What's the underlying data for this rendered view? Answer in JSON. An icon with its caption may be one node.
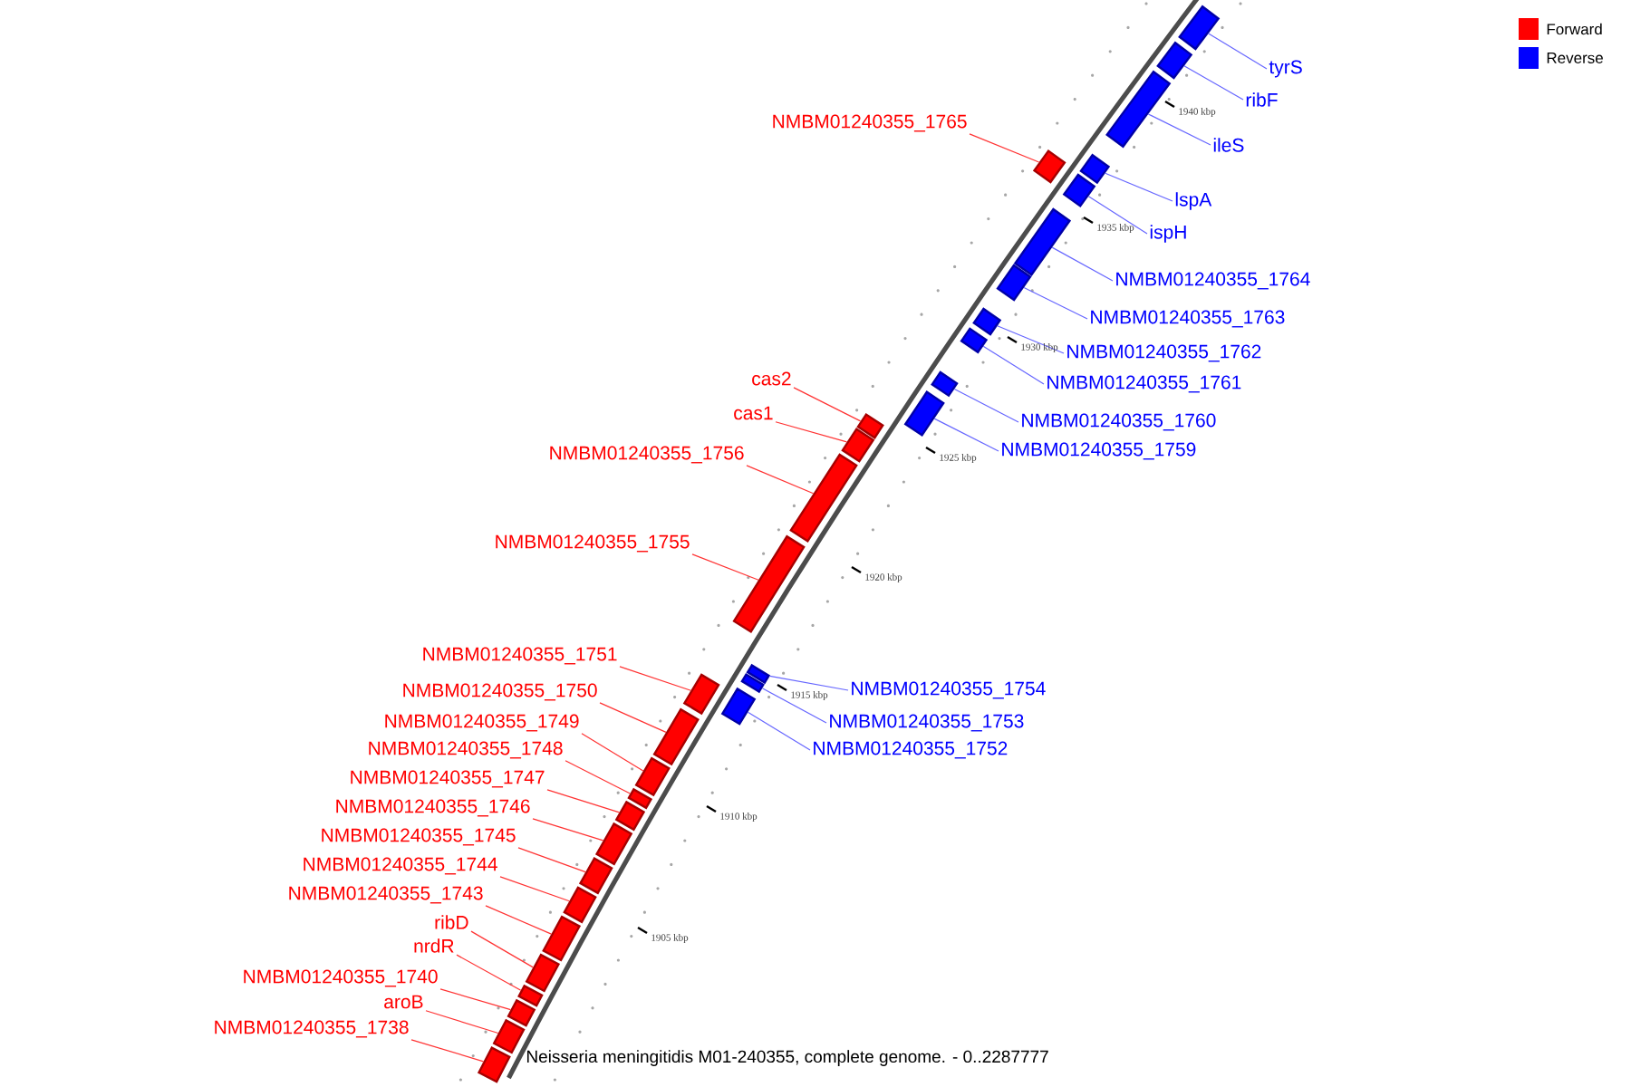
{
  "diagram": {
    "caption": "Neisseria meningitidis M01-240355, complete genome. - 0..2287777",
    "nodes": [
      {
        "text": [
          "tyrS"
        ]
      },
      {
        "text": [],
        "shape": "bar"
      },
      {
        "text": [
          "ribF"
        ]
      },
      {
        "text": [],
        "shape": "bar"
      },
      {
        "text": [
          "NMBM01240355_1765"
        ]
      },
      {
        "text": [],
        "shape": "bar"
      },
      {
        "text": [
          "ileS"
        ]
      },
      {
        "text": [],
        "shape": "bar"
      },
      {
        "text": [
          "lspA"
        ]
      },
      {
        "text": [],
        "shape": "bar"
      },
      {
        "text": [
          "ispH"
        ]
      },
      {
        "text": [],
        "shape": "bar"
      },
      {
        "text": [
          "NMBM01240355_1764"
        ]
      },
      {
        "text": [],
        "shape": "bar"
      },
      {
        "text": [
          "NMBM01240355_1763"
        ]
      },
      {
        "text": [],
        "shape": "bar"
      },
      {
        "text": [
          "NMBM01240355_1762"
        ]
      },
      {
        "text": [],
        "shape": "bar"
      },
      {
        "text": [
          "cas2"
        ]
      },
      {
        "text": [],
        "shape": "bar"
      },
      {
        "text": [
          "NMBM01240355_1761"
        ]
      },
      {
        "text": [],
        "shape": "bar"
      },
      {
        "text": [
          "cas1"
        ]
      },
      {
        "text": [],
        "shape": "bar"
      },
      {
        "text": [
          "NMBM01240355_1760"
        ]
      },
      {
        "text": [],
        "shape": "bar"
      },
      {
        "text": [
          "NMBM01240355_1759"
        ]
      },
      {
        "text": [],
        "shape": "bar"
      },
      {
        "text": [
          "NMBM01240355_1756"
        ]
      },
      {
        "text": [],
        "shape": "bar"
      },
      {
        "text": [
          "NMBM01240355_1755"
        ]
      },
      {
        "text": [],
        "shape": "bar"
      },
      {
        "text": [
          "NMBM01240355_1751"
        ]
      },
      {
        "text": [],
        "shape": "bar"
      },
      {
        "text": [
          "NMBM01240355_1754"
        ]
      },
      {
        "text": [],
        "shape": "bar"
      },
      {
        "text": [
          "NMBM01240355_1750"
        ]
      },
      {
        "text": [],
        "shape": "bar"
      },
      {
        "text": [
          "NMBM01240355_1753"
        ]
      },
      {
        "text": [],
        "shape": "bar"
      },
      {
        "text": [
          "NMBM01240355_1749"
        ]
      },
      {
        "text": [],
        "shape": "bar"
      },
      {
        "text": [
          "NMBM01240355_1752"
        ]
      },
      {
        "text": [],
        "shape": "bar"
      },
      {
        "text": [
          "NMBM01240355_1748"
        ]
      },
      {
        "text": [],
        "shape": "bar"
      },
      {
        "text": [
          "NMBM01240355_1747"
        ]
      },
      {
        "text": [],
        "shape": "bar"
      },
      {
        "text": [
          "NMBM01240355_1746"
        ]
      },
      {
        "text": [],
        "shape": "bar"
      },
      {
        "text": [
          "NMBM01240355_1745"
        ]
      },
      {
        "text": [],
        "shape": "bar"
      },
      {
        "text": [
          "NMBM01240355_1744"
        ]
      },
      {
        "text": [],
        "shape": "bar"
      },
      {
        "text": [
          "NMBM01240355_1743"
        ]
      },
      {
        "text": [],
        "shape": "bar"
      },
      {
        "text": [
          "ribD"
        ]
      },
      {
        "text": [],
        "shape": "bar"
      },
      {
        "text": [
          "nrdR"
        ]
      },
      {
        "text": [],
        "shape": "bar"
      },
      {
        "text": [
          "NMBM01240355_1740"
        ]
      },
      {
        "text": [],
        "shape": "bar"
      },
      {
        "text": [
          "aroB"
        ]
      },
      {
        "text": [],
        "shape": "bar"
      },
      {
        "text": [
          "NMBM01240355_1738"
        ]
      },
      {
        "text": [],
        "shape": "bar"
      }
    ],
    "edges": [
      {
        "from": 0,
        "to": 1,
        "arrow": "none",
        "color": "#6666ff"
      },
      {
        "from": 2,
        "to": 3,
        "arrow": "none",
        "color": "#6666ff"
      },
      {
        "from": 4,
        "to": 5,
        "arrow": "none"
      },
      {
        "from": 6,
        "to": 7,
        "arrow": "none",
        "color": "#6666ff"
      },
      {
        "from": 8,
        "to": 9,
        "arrow": "none",
        "color": "#6666ff"
      },
      {
        "from": 10,
        "to": 11,
        "arrow": "none",
        "color": "#6666ff"
      },
      {
        "from": 12,
        "to": 13,
        "arrow": "none",
        "color": "#6666ff"
      },
      {
        "from": 14,
        "to": 15,
        "arrow": "none",
        "color": "#6666ff"
      },
      {
        "from": 16,
        "to": 17,
        "arrow": "none",
        "color": "#6666ff"
      },
      {
        "from": 18,
        "to": 19,
        "arrow": "none"
      },
      {
        "from": 20,
        "to": 21,
        "arrow": "none",
        "color": "#6666ff"
      },
      {
        "from": 22,
        "to": 23,
        "arrow": "none"
      },
      {
        "from": 24,
        "to": 25,
        "arrow": "none",
        "color": "#6666ff"
      },
      {
        "from": 26,
        "to": 27,
        "arrow": "none",
        "color": "#6666ff"
      },
      {
        "from": 28,
        "to": 29,
        "arrow": "none"
      },
      {
        "from": 30,
        "to": 31,
        "arrow": "none"
      },
      {
        "from": 32,
        "to": 33,
        "arrow": "none"
      },
      {
        "from": 34,
        "to": 35,
        "arrow": "none",
        "color": "#6666ff"
      },
      {
        "from": 36,
        "to": 37,
        "arrow": "none"
      },
      {
        "from": 38,
        "to": 39,
        "arrow": "none",
        "color": "#6666ff"
      },
      {
        "from": 40,
        "to": 41,
        "arrow": "none"
      },
      {
        "from": 42,
        "to": 43,
        "arrow": "none",
        "color": "#6666ff"
      },
      {
        "from": 44,
        "to": 45,
        "arrow": "none"
      },
      {
        "from": 46,
        "to": 47,
        "arrow": "none"
      },
      {
        "from": 48,
        "to": 49,
        "arrow": "none"
      },
      {
        "from": 50,
        "to": 51,
        "arrow": "none"
      },
      {
        "from": 52,
        "to": 53,
        "arrow": "none"
      },
      {
        "from": 54,
        "to": 55,
        "arrow": "none"
      },
      {
        "from": 56,
        "to": 57,
        "arrow": "none"
      },
      {
        "from": 58,
        "to": 59,
        "arrow": "none"
      },
      {
        "from": 60,
        "to": 61,
        "arrow": "none"
      },
      {
        "from": 62,
        "to": 63,
        "arrow": "none"
      },
      {
        "from": 64,
        "to": 65,
        "arrow": "none"
      }
    ],
    "labels": [
      "1940 kbp",
      "1935 kbp",
      "1930 kbp",
      "1925 kbp",
      "1920 kbp",
      "1915 kbp",
      "1910 kbp",
      "1905 kbp"
    ],
    "legend": [
      {
        "text": "Forward",
        "color": "#ff0000"
      },
      {
        "text": "Reverse",
        "color": "#0000ff"
      }
    ]
  }
}
